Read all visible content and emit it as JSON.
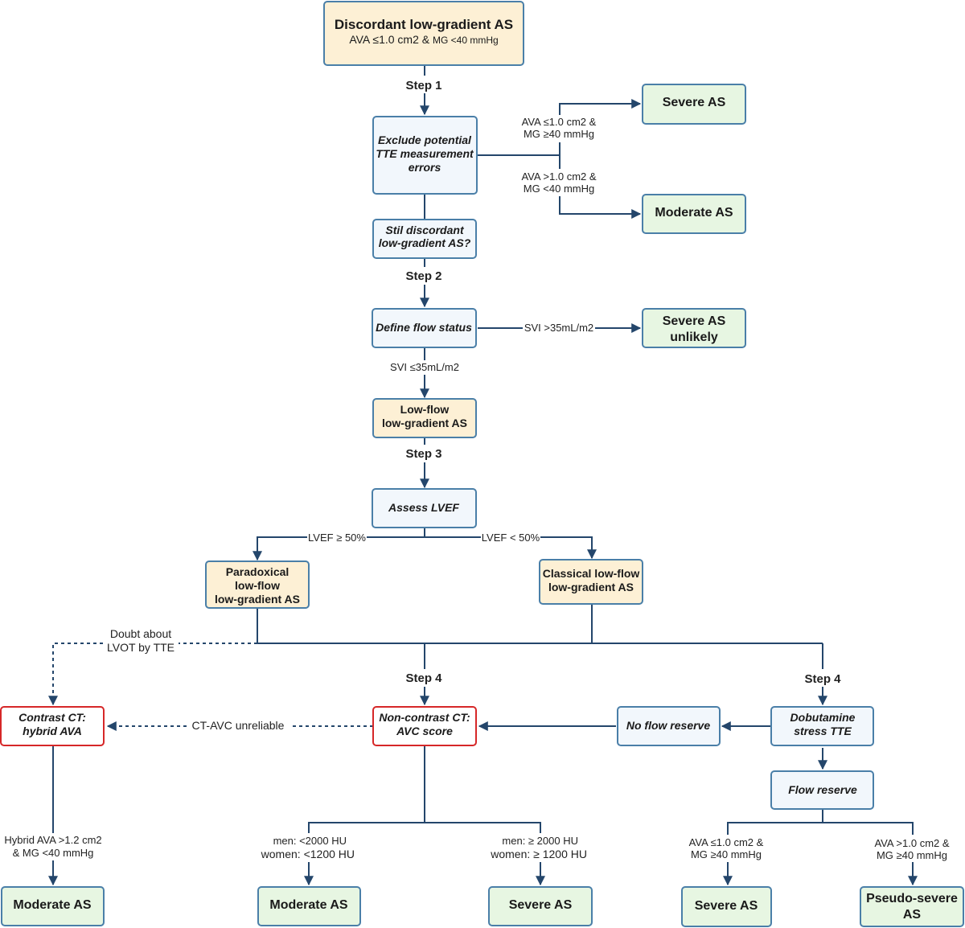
{
  "colors": {
    "line": "#24466b",
    "box_border": "#4a7fa8",
    "highlight_border": "#d62728",
    "fill_orange": "#fdf0d5",
    "fill_blue": "#f2f7fc",
    "fill_green": "#e7f6e2"
  },
  "nodes": {
    "discordant": {
      "title": "Discordant low-gradient AS",
      "sub_a": "AVA ≤1.0 cm2 & ",
      "sub_b": "MG <40 mmHg"
    },
    "exclude": {
      "l1": "Exclude potential",
      "l2": "TTE measurement",
      "l3": "errors"
    },
    "severe_top": {
      "l1": "Severe AS"
    },
    "moderate_top": {
      "l1": "Moderate AS"
    },
    "still": {
      "l1": "Stil discordant",
      "l2": "low-gradient AS?"
    },
    "flow_status": {
      "l1": "Define flow status"
    },
    "severe_unlikely": {
      "l1": "Severe AS",
      "l2": "unlikely"
    },
    "lowflow": {
      "l1": "Low-flow",
      "l2": "low-gradient AS"
    },
    "lvef": {
      "l1": "Assess LVEF"
    },
    "paradoxical": {
      "l1": "Paradoxical",
      "l2": "low-flow",
      "l3": "low-gradient AS"
    },
    "classical": {
      "l1": "Classical low-flow",
      "l2": "low-gradient AS"
    },
    "contrast_ct": {
      "l1": "Contrast CT:",
      "l2": "hybrid AVA"
    },
    "noncontrast_ct": {
      "l1": "Non-contrast CT:",
      "l2": "AVC score"
    },
    "no_flow_reserve": {
      "l1": "No flow reserve"
    },
    "dobutamine": {
      "l1": "Dobutamine",
      "l2": "stress TTE"
    },
    "flow_reserve": {
      "l1": "Flow reserve"
    },
    "moderate_left": {
      "l1": "Moderate AS"
    },
    "moderate_mid": {
      "l1": "Moderate AS"
    },
    "severe_mid": {
      "l1": "Severe AS"
    },
    "severe_right": {
      "l1": "Severe AS"
    },
    "pseudo_severe": {
      "l1": "Pseudo-severe",
      "l2": "AS"
    }
  },
  "labels": {
    "step1": "Step 1",
    "step2": "Step 2",
    "step3": "Step 3",
    "step4_mid": "Step 4",
    "step4_right": "Step 4",
    "ava_severe_l1": "AVA ≤1.0 cm2 &",
    "ava_severe_l2": "MG ≥40 mmHg",
    "ava_moderate_l1": "AVA >1.0 cm2 &",
    "ava_moderate_l2": "MG <40 mmHg",
    "svi_high": "SVI >35mL/m2",
    "svi_low": "SVI ≤35mL/m2",
    "lvef_high": "LVEF ≥ 50%",
    "lvef_low": "LVEF < 50%",
    "doubt_l1": "Doubt about",
    "doubt_l2": "LVOT by TTE",
    "ct_unreliable": "CT-AVC unreliable",
    "hybrid_l1": "Hybrid AVA  >1.2 cm2",
    "hybrid_l2": "& MG <40 mmHg",
    "men_low": "men: <2000 HU",
    "women_low": "women: <1200 HU",
    "men_high": "men: ≥ 2000 HU",
    "women_high": "women: ≥ 1200 HU",
    "fr_severe_l1": "AVA ≤1.0 cm2 &",
    "fr_severe_l2": "MG ≥40 mmHg",
    "fr_pseudo_l1": "AVA >1.0 cm2 &",
    "fr_pseudo_l2": "MG ≥40 mmHg"
  }
}
